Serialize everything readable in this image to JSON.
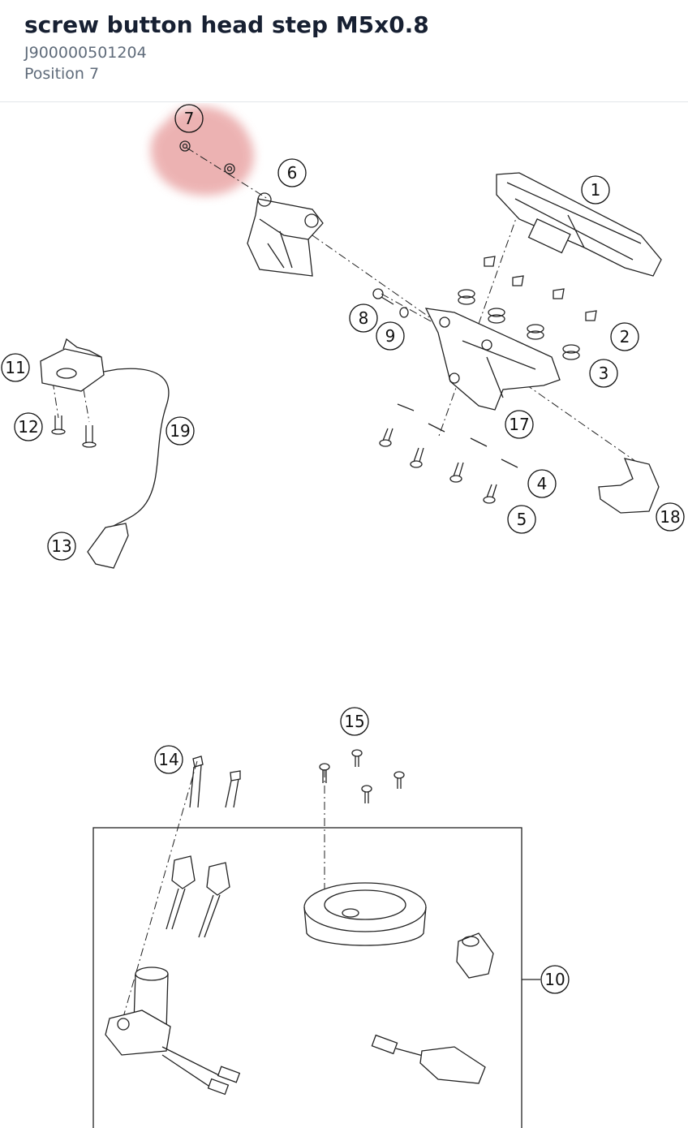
{
  "part": {
    "title": "screw button head step M5x0.8",
    "part_number": "J900000501204",
    "position": "Position 7"
  },
  "diagram": {
    "highlight_color": "#e8a0a0",
    "callouts": [
      "1",
      "2",
      "3",
      "4",
      "5",
      "6",
      "7",
      "8",
      "9",
      "10",
      "11",
      "12",
      "13",
      "14",
      "15",
      "17",
      "18",
      "19"
    ]
  }
}
